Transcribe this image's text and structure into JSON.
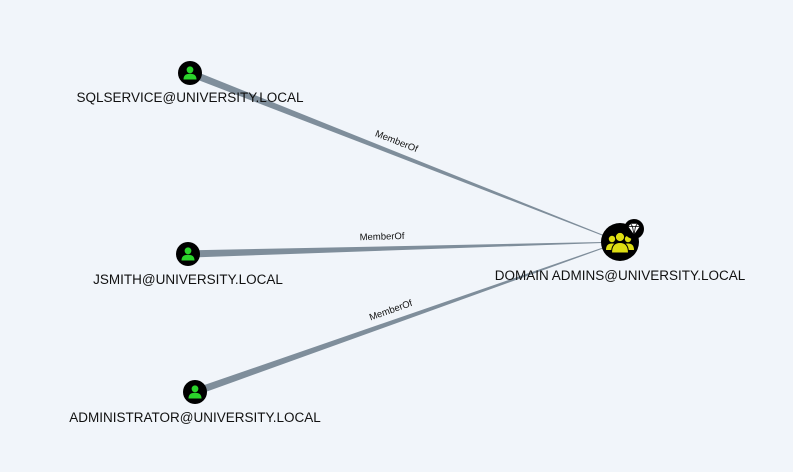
{
  "graph": {
    "nodes": [
      {
        "id": "sqlservice",
        "label": "SQLSERVICE@UNIVERSITY.LOCAL",
        "type": "user",
        "icon": "user-icon",
        "color": "#2bd42b"
      },
      {
        "id": "jsmith",
        "label": "JSMITH@UNIVERSITY.LOCAL",
        "type": "user",
        "icon": "user-icon",
        "color": "#2bd42b"
      },
      {
        "id": "administrator",
        "label": "ADMINISTRATOR@UNIVERSITY.LOCAL",
        "type": "user",
        "icon": "user-icon",
        "color": "#2bd42b"
      },
      {
        "id": "domainadmins",
        "label": "DOMAIN ADMINS@UNIVERSITY.LOCAL",
        "type": "group",
        "icon": "group-icon",
        "badge": "diamond-icon",
        "color": "#dede12"
      }
    ],
    "edges": [
      {
        "from": "sqlservice",
        "to": "domainadmins",
        "label": "MemberOf"
      },
      {
        "from": "jsmith",
        "to": "domainadmins",
        "label": "MemberOf"
      },
      {
        "from": "administrator",
        "to": "domainadmins",
        "label": "MemberOf"
      }
    ],
    "edge_color": "#7f8e9b",
    "node_fill": "#000000"
  }
}
